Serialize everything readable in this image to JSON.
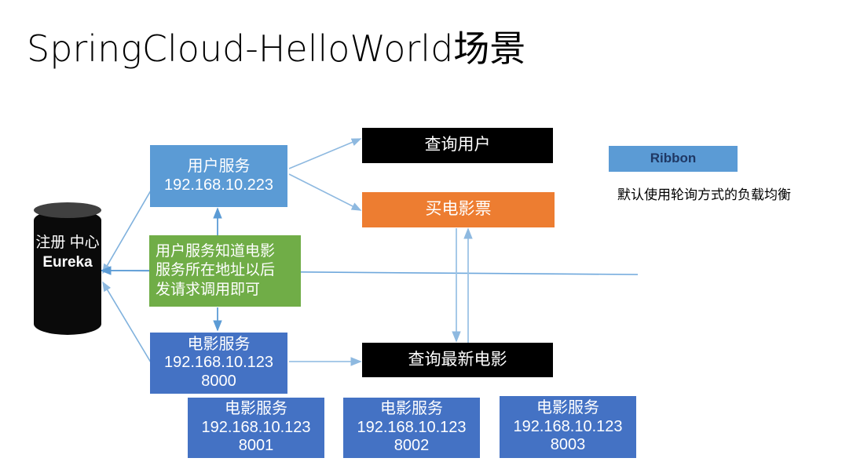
{
  "title": "SpringCloud-HelloWorld场景",
  "registry": {
    "name": "eureka-registry",
    "line1": "注册",
    "line2": "中心",
    "line3": "Eureka"
  },
  "boxes": {
    "user_service": {
      "line1": "用户服务",
      "line2": "192.168.10.223",
      "color": "#5B9BD5"
    },
    "movie_service": {
      "line1": "电影服务",
      "line2": "192.168.10.123",
      "line3": "8000",
      "color": "#4472C4"
    },
    "note": {
      "line1": "用户服务知道电影",
      "line2": "服务所在地址以后",
      "line3": "发请求调用即可",
      "color": "#70AD47"
    },
    "query_user": {
      "label": "查询用户",
      "color": "#000000"
    },
    "buy_ticket": {
      "label": "买电影票",
      "color": "#ED7D31"
    },
    "query_latest_movie": {
      "label": "查询最新电影",
      "color": "#000000"
    }
  },
  "instances": [
    {
      "line1": "电影服务",
      "line2": "192.168.10.123",
      "line3": "8001"
    },
    {
      "line1": "电影服务",
      "line2": "192.168.10.123",
      "line3": "8002"
    },
    {
      "line1": "电影服务",
      "line2": "192.168.10.123",
      "line3": "8003"
    }
  ],
  "ribbon": {
    "label": "Ribbon",
    "caption": "默认使用轮询方式的负载均衡",
    "box_color": "#5B9BD5",
    "text_color": "#1F3864"
  },
  "connector_color": "#5B9BD5"
}
